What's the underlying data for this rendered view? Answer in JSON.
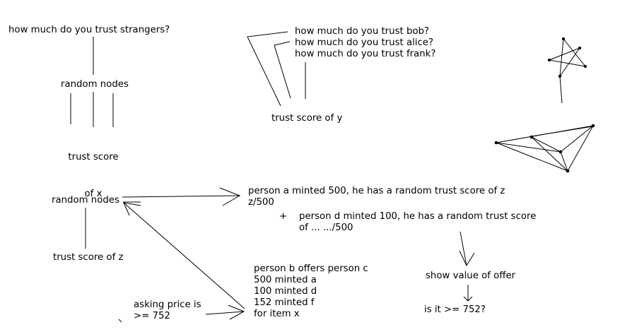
{
  "texts": {
    "trust_strangers_q": "how much do you trust strangers?",
    "random_nodes_top": "random nodes",
    "trust_score_of_x_line1": "trust score",
    "trust_score_of_x_line2": "of x",
    "trust_bob_q": "how much do you trust bob?",
    "trust_alice_q": "how much do you trust alice?",
    "trust_frank_q": "how much do you trust frank?",
    "trust_score_of_y": "trust score of y",
    "random_nodes_bottom": "random nodes",
    "trust_score_of_z": "trust score of z",
    "person_a_line1": "person a minted 500, he has a random trust score of z",
    "person_a_line2": "z/500",
    "plus_sign": "+",
    "person_d_line1": "person d minted 100, he has a random trust score",
    "person_d_line2": "of ... .../500",
    "show_value_of_offer": "show value of offer",
    "is_it_752": "is it >= 752?",
    "offer_line1": "person b offers person c",
    "offer_line2": "500 minted a",
    "offer_line3": "100 minted d",
    "offer_line4": "152 minted f",
    "offer_line5": "for item x",
    "asking_price_line1": "asking price is",
    "asking_price_line2": ">= 752"
  },
  "colors": {
    "ink": "#000000",
    "background": "#ffffff"
  }
}
